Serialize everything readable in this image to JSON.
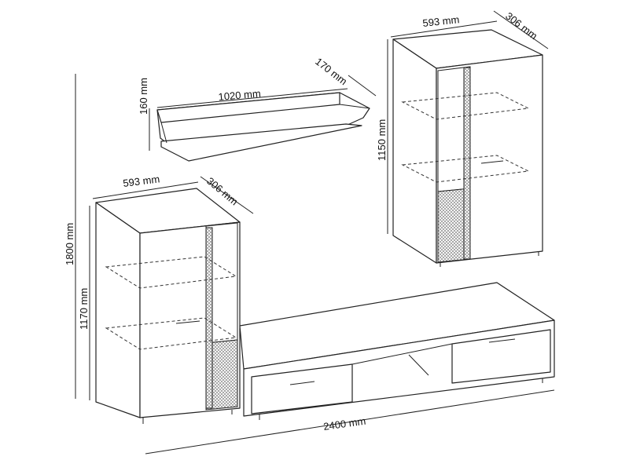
{
  "dimensions": {
    "right_cabinet_width": "593 mm",
    "right_cabinet_depth": "306 mm",
    "right_cabinet_height": "1150 mm",
    "shelf_width": "1020 mm",
    "shelf_depth": "170 mm",
    "shelf_height": "160 mm",
    "left_cabinet_width": "593 mm",
    "left_cabinet_depth": "306 mm",
    "left_cabinet_height": "1170 mm",
    "total_height": "1800 mm",
    "total_width": "2400 mm"
  }
}
